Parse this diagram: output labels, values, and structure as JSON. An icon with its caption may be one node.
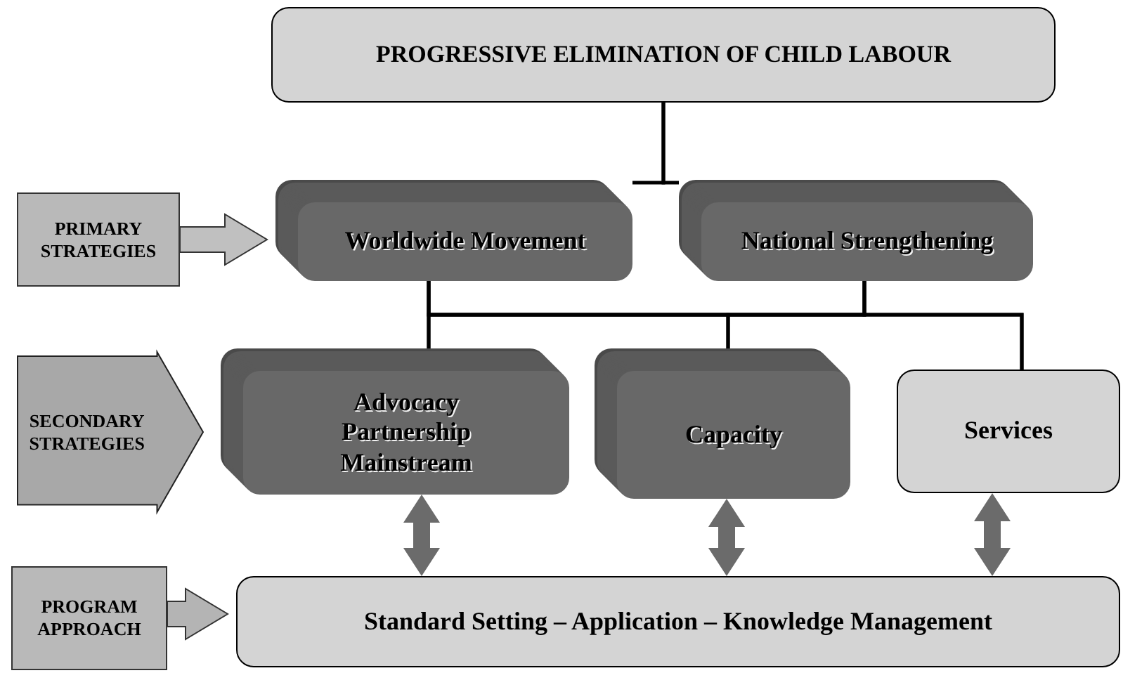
{
  "diagram": {
    "nodes": [
      {
        "text": [
          "PROGRESSIVE ELIMINATION OF CHILD LABOUR"
        ]
      },
      {
        "text": [
          "PRIMARY STRATEGIES"
        ]
      },
      {
        "text": [
          "Worldwide Movement"
        ]
      },
      {
        "text": [
          "National Strengthening"
        ]
      },
      {
        "text": [
          "SECONDARY STRATEGIES"
        ]
      },
      {
        "text": [
          "Advocacy Partnership Mainstream"
        ]
      },
      {
        "text": [
          "Capacity"
        ]
      },
      {
        "text": [
          "Services"
        ]
      },
      {
        "text": [
          "PROGRAM APPROACH"
        ]
      },
      {
        "text": [
          "Standard Setting – Application – Knowledge Management"
        ]
      }
    ],
    "edges": [
      {
        "from": 0,
        "to": 2,
        "arrow": "none"
      },
      {
        "from": 0,
        "to": 3,
        "arrow": "none"
      },
      {
        "from": 1,
        "to": 2,
        "arrow": "to",
        "style": "thick",
        "color": "#c0c0c0"
      },
      {
        "from": 2,
        "to": 5,
        "arrow": "none"
      },
      {
        "from": 2,
        "to": 6,
        "arrow": "none"
      },
      {
        "from": 2,
        "to": 7,
        "arrow": "none"
      },
      {
        "from": 3,
        "to": 5,
        "arrow": "none"
      },
      {
        "from": 3,
        "to": 6,
        "arrow": "none"
      },
      {
        "from": 3,
        "to": 7,
        "arrow": "none"
      },
      {
        "from": 8,
        "to": 9,
        "arrow": "to",
        "style": "thick",
        "color": "#b4b4b4"
      },
      {
        "from": 5,
        "to": 9,
        "arrow": "both",
        "style": "thick",
        "color": "#6b6b6b"
      },
      {
        "from": 6,
        "to": 9,
        "arrow": "both",
        "style": "thick",
        "color": "#6b6b6b"
      },
      {
        "from": 7,
        "to": 9,
        "arrow": "both",
        "style": "thick",
        "color": "#6b6b6b"
      }
    ]
  }
}
